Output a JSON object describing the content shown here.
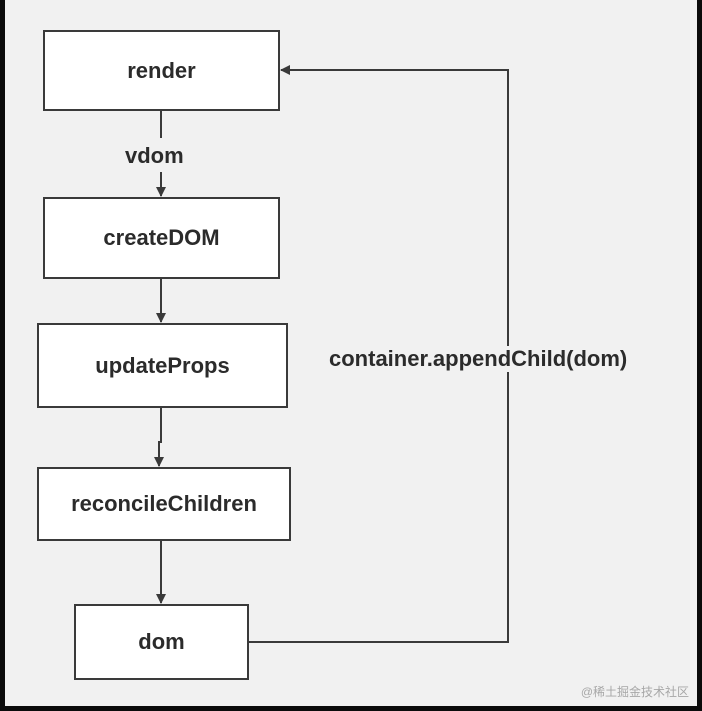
{
  "diagram": {
    "nodes": {
      "render": "render",
      "createDOM": "createDOM",
      "updateProps": "updateProps",
      "reconcileChildren": "reconcileChildren",
      "dom": "dom"
    },
    "edge_labels": {
      "vdom": "vdom",
      "append": "container.appendChild(dom)"
    }
  },
  "watermark": "@稀土掘金技术社区",
  "colors": {
    "background": "#f1f1f1",
    "frame": "#0b0b0b",
    "box_fill": "#ffffff",
    "stroke": "#3a3a3a",
    "text": "#2b2b2b"
  }
}
